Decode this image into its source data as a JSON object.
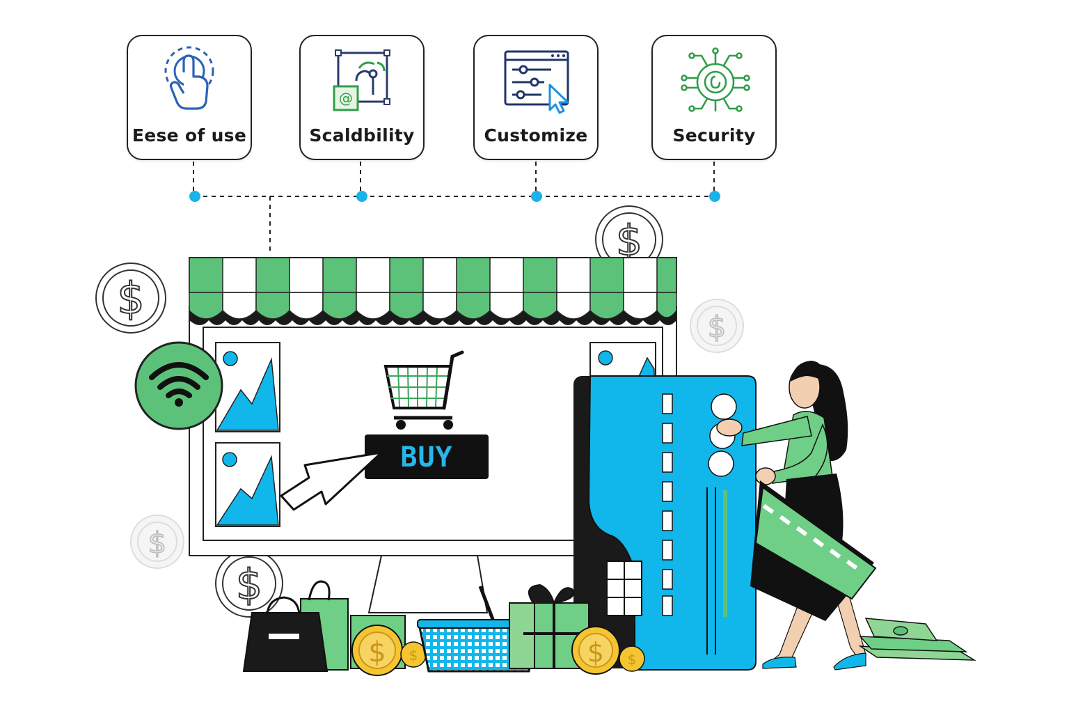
{
  "features": [
    {
      "label": "Eese of use",
      "icon": "touch-gesture-icon"
    },
    {
      "label": "Scaldbility",
      "icon": "scalability-icon"
    },
    {
      "label": "Customize",
      "icon": "settings-panel-icon"
    },
    {
      "label": "Security",
      "icon": "security-chip-icon"
    }
  ],
  "store": {
    "buy_button": "BUY"
  },
  "colors": {
    "green": "#5cc27a",
    "light_green": "#8fd694",
    "blue": "#11b7ea",
    "dark": "#1a1a1a",
    "dot": "#18b3e8",
    "coin_gold": "#f5c531"
  }
}
